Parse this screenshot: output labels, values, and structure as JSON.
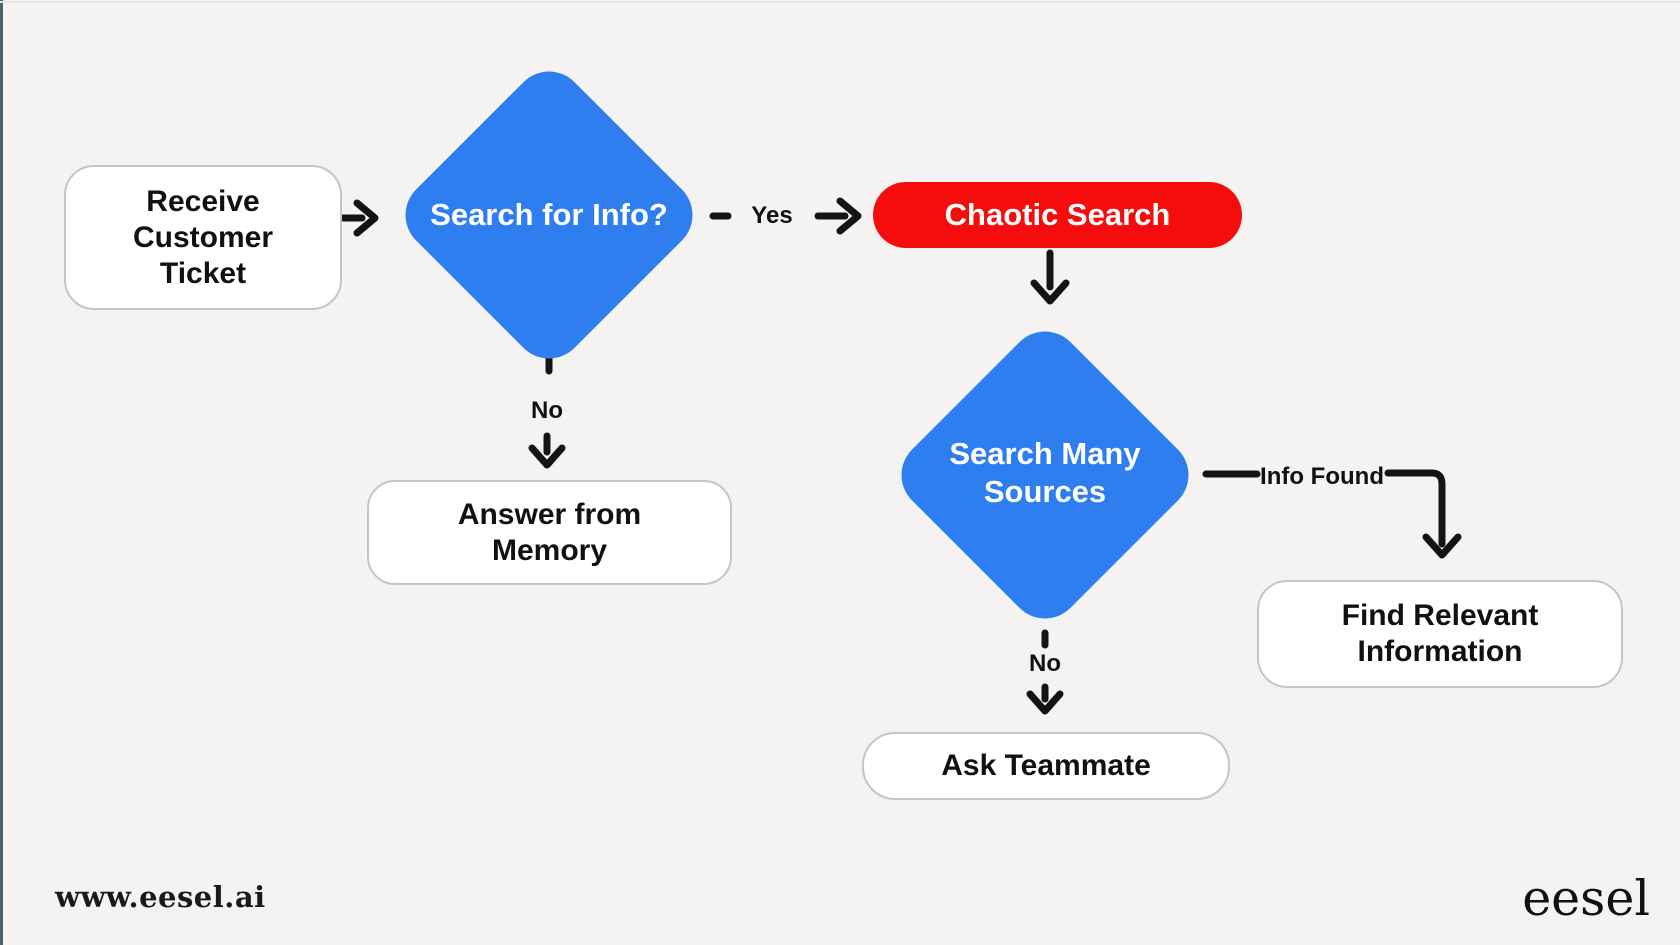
{
  "theme": {
    "background": "#f4f3f1",
    "node_blue": "#2e7ef0",
    "node_red": "#f50d0d",
    "box_white": "#ffffff",
    "box_border": "#c6c5c3",
    "line": "#141414",
    "edge_left": "#4e616c"
  },
  "flowchart": {
    "nodes": {
      "receive_ticket": {
        "label": "Receive Customer Ticket",
        "type": "process"
      },
      "search_info": {
        "label": "Search for Info?",
        "type": "decision"
      },
      "chaotic_search": {
        "label": "Chaotic Search",
        "type": "highlight"
      },
      "answer_memory": {
        "label": "Answer from Memory",
        "type": "process"
      },
      "search_many": {
        "label": "Search Many Sources",
        "type": "decision"
      },
      "find_info": {
        "label": "Find Relevant Information",
        "type": "process"
      },
      "ask_teammate": {
        "label": "Ask Teammate",
        "type": "process"
      }
    },
    "edge_labels": {
      "yes": "Yes",
      "no_search_info": "No",
      "no_search_many": "No",
      "info_found": "Info Found"
    }
  },
  "footer": {
    "website": "www.eesel.ai",
    "logo": "eesel"
  }
}
